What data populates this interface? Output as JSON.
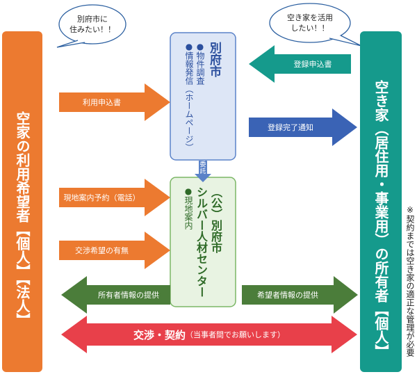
{
  "bubbles": {
    "left": "別府市に\n住みたい！！",
    "right": "空き家を活用\nしたい！！"
  },
  "left_party": {
    "label": "空家の利用希望者【個人】【法人】"
  },
  "right_party": {
    "label": "空き家（居住用・事業用）の所有者【個人】"
  },
  "city_box": {
    "title": "別府市",
    "items": [
      "●物件調査",
      "●情報発信（ホームページ）"
    ]
  },
  "center_box": {
    "title": "（公）別府市\nシルバー人材センター",
    "items": [
      "●現地案内"
    ]
  },
  "commission_label": "委託",
  "arrows": {
    "registration_application": "登録申込書",
    "usage_application": "利用申込書",
    "registration_complete": "登録完了通知",
    "site_visit_reservation": "現地案内予約（電話）",
    "negotiation_intent": "交渉希望の有無",
    "owner_info": "所有者情報の提供",
    "applicant_info": "希望者情報の提供",
    "negotiation_main": "交渉・契約",
    "negotiation_note": "（当事者間でお願いします）"
  },
  "side_note": "※契約までは空き家の適正な管理が必要",
  "colors": {
    "orange": "#ec7a30",
    "teal": "#159a8c",
    "blue": "#3a63b5",
    "green": "#4b7d3a",
    "red": "#e8404a",
    "city_fill": "#dde6f6",
    "city_border": "#5a82c8",
    "center_fill": "#e8f3e2",
    "center_border": "#7ab665"
  }
}
